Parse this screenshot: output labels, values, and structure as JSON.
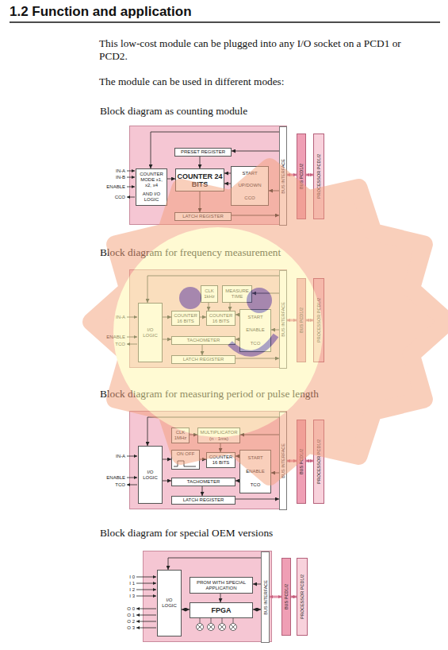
{
  "diagram": {
    "title": "1.2 Function and application",
    "nodes": [
      {
        "text": [
          "Block diagram as counting module"
        ]
      },
      {
        "text": [
          "PRESET REGISTER"
        ],
        "in": 0
      },
      {
        "text": [
          "COUNTER MODE x1, x2, x4",
          "AND I/O LOGIC"
        ],
        "in": 0
      },
      {
        "text": [
          "COUNTER 24 BITS"
        ],
        "in": 0
      },
      {
        "text": [
          "START",
          "UP/DOWN",
          "CCO"
        ],
        "in": 0
      },
      {
        "text": [
          "LATCH REGISTER"
        ],
        "in": 0
      },
      {
        "text": [
          "BUS INTERFACE"
        ],
        "in": 0
      },
      {
        "text": [
          "BUS PCD1/2"
        ]
      },
      {
        "text": [
          "PROCESSOR PCD1/2"
        ]
      },
      {
        "text": [
          "Block diagram for frequency measurement"
        ]
      },
      {
        "text": [
          "CLK 1kHz"
        ],
        "in": 9
      },
      {
        "text": [
          "MEASURE TIME"
        ],
        "in": 9
      },
      {
        "text": [
          "I/O LOGIC"
        ],
        "in": 9
      },
      {
        "text": [
          "COUNTER 16 BITS"
        ],
        "in": 9
      },
      {
        "text": [
          "COUNTER 16 BITS"
        ],
        "in": 9
      },
      {
        "text": [
          "START",
          "ENABLE",
          "TCO"
        ],
        "in": 9
      },
      {
        "text": [
          "TACHOMETER"
        ],
        "in": 9
      },
      {
        "text": [
          "LATCH REGISTER"
        ],
        "in": 9
      },
      {
        "text": [
          "BUS INTERFACE"
        ],
        "in": 9
      },
      {
        "text": [
          "BUS PCD1/2"
        ]
      },
      {
        "text": [
          "PROCESSOR PCD1/2"
        ]
      },
      {
        "text": [
          "Block diagram for measuring period or pulse length"
        ]
      },
      {
        "text": [
          "CLK 1MHz"
        ],
        "in": 21
      },
      {
        "text": [
          "MULTIPLICATOR",
          "(n · 1ms)"
        ],
        "in": 21
      },
      {
        "text": [
          "I/O LOGIC"
        ],
        "in": 21
      },
      {
        "text": [
          "ON OFF"
        ],
        "in": 21
      },
      {
        "text": [
          "COUNTER 16 BITS"
        ],
        "in": 21
      },
      {
        "text": [
          "START",
          "ENABLE",
          "TCO"
        ],
        "in": 21
      },
      {
        "text": [
          "TACHOMETER"
        ],
        "in": 21
      },
      {
        "text": [
          "LATCH REGISTER"
        ],
        "in": 21
      },
      {
        "text": [
          "BUS INTERFACE"
        ],
        "in": 21
      },
      {
        "text": [
          "BUS PCD1/2"
        ]
      },
      {
        "text": [
          "PROCESSOR PCD1/2"
        ]
      },
      {
        "text": [
          "Block diagram for special OEM versions"
        ]
      },
      {
        "text": [
          "I/O LOGIC"
        ],
        "in": 33
      },
      {
        "text": [
          "PROM WITH SPECIAL APPLICATION"
        ],
        "in": 33
      },
      {
        "text": [
          "FPGA"
        ],
        "in": 33
      },
      {
        "text": [
          "BUS INTERFACE"
        ],
        "in": 33
      },
      {
        "text": [
          "BUS PCD1/2"
        ]
      },
      {
        "text": [
          "PROCESSOR PCD1/2"
        ]
      }
    ],
    "edges": [
      {
        "from": 2,
        "to": 3,
        "arrow": "to"
      },
      {
        "from": 4,
        "to": 3,
        "arrow": "to"
      },
      {
        "from": 4,
        "to": 3,
        "arrow": "to"
      },
      {
        "from": 1,
        "to": 3,
        "arrow": "to"
      },
      {
        "from": 3,
        "to": 5,
        "arrow": "to"
      },
      {
        "from": 5,
        "to": 6,
        "arrow": "to"
      },
      {
        "from": 6,
        "to": 1,
        "arrow": "to"
      },
      {
        "from": 6,
        "to": 2,
        "arrow": "to"
      },
      {
        "from": 6,
        "to": 4,
        "arrow": "to"
      },
      {
        "from": 6,
        "to": 7,
        "arrow": "both"
      },
      {
        "from": 7,
        "to": 8,
        "arrow": "both"
      },
      {
        "from": 12,
        "to": 13,
        "arrow": "to"
      },
      {
        "from": 13,
        "to": 14,
        "arrow": "to"
      },
      {
        "from": 10,
        "to": 14,
        "arrow": "to"
      },
      {
        "from": 11,
        "to": 14,
        "arrow": "to"
      },
      {
        "from": 15,
        "to": 14,
        "arrow": "to"
      },
      {
        "from": 12,
        "to": 16,
        "arrow": "to"
      },
      {
        "from": 15,
        "to": 16,
        "arrow": "to"
      },
      {
        "from": 16,
        "to": 17,
        "arrow": "to"
      },
      {
        "from": 17,
        "to": 18,
        "arrow": "to"
      },
      {
        "from": 18,
        "to": 11,
        "arrow": "to"
      },
      {
        "from": 18,
        "to": 12,
        "arrow": "to"
      },
      {
        "from": 18,
        "to": 15,
        "arrow": "to"
      },
      {
        "from": 18,
        "to": 19,
        "arrow": "both"
      },
      {
        "from": 19,
        "to": 20,
        "arrow": "both"
      },
      {
        "from": 22,
        "to": 23,
        "arrow": "to"
      },
      {
        "from": 23,
        "to": 26,
        "arrow": "to"
      },
      {
        "from": 24,
        "to": 25,
        "arrow": "to"
      },
      {
        "from": 25,
        "to": 26,
        "arrow": "to"
      },
      {
        "from": 27,
        "to": 26,
        "arrow": "to"
      },
      {
        "from": 24,
        "to": 28,
        "arrow": "to"
      },
      {
        "from": 27,
        "to": 28,
        "arrow": "to"
      },
      {
        "from": 28,
        "to": 29,
        "arrow": "to"
      },
      {
        "from": 29,
        "to": 30,
        "arrow": "to"
      },
      {
        "from": 30,
        "to": 23,
        "arrow": "to"
      },
      {
        "from": 30,
        "to": 24,
        "arrow": "to"
      },
      {
        "from": 30,
        "to": 27,
        "arrow": "to"
      },
      {
        "from": 30,
        "to": 31,
        "arrow": "both"
      },
      {
        "from": 31,
        "to": 32,
        "arrow": "both"
      },
      {
        "from": 34,
        "to": 36,
        "arrow": "both"
      },
      {
        "from": 35,
        "to": 36,
        "arrow": "to"
      },
      {
        "from": 37,
        "to": 36,
        "arrow": "both"
      },
      {
        "from": 37,
        "to": 35,
        "arrow": "to"
      },
      {
        "from": 37,
        "to": 34,
        "arrow": "to"
      },
      {
        "from": 37,
        "to": 38,
        "arrow": "both"
      },
      {
        "from": 38,
        "to": 39,
        "arrow": "both"
      }
    ],
    "labels": [
      "This low-cost module can be plugged into any I/O socket on a PCD1 or PCD2.",
      "The module can be used in different modes:",
      "IN-A",
      "IN-B",
      "ENABLE",
      "CCO",
      "IN-A",
      "ENABLE",
      "TCO",
      "IN-A",
      "ENABLE",
      "TCO",
      "I 0",
      "I 1",
      "I 2",
      "I 3",
      "O 0",
      "O 1",
      "O 2",
      "O 3"
    ]
  }
}
